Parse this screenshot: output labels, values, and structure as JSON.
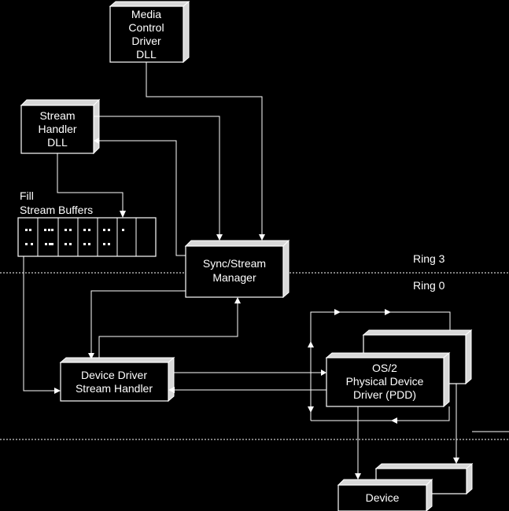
{
  "media_control_driver": {
    "line1": "Media",
    "line2": "Control",
    "line3": "Driver",
    "line4": "DLL"
  },
  "stream_handler_dll": {
    "line1": "Stream",
    "line2": "Handler",
    "line3": "DLL"
  },
  "buffers": {
    "line1": "Fill",
    "line2": "Stream Buffers"
  },
  "sync_stream_manager": {
    "line1": "Sync/Stream",
    "line2": "Manager"
  },
  "ring3": "Ring 3",
  "ring0": "Ring 0",
  "device_driver_stream_handler": {
    "line1": "Device Driver",
    "line2": "Stream Handler"
  },
  "pdd": {
    "line1": "OS/2",
    "line2": "Physical Device",
    "line3": "Driver (PDD)"
  },
  "device": "Device"
}
